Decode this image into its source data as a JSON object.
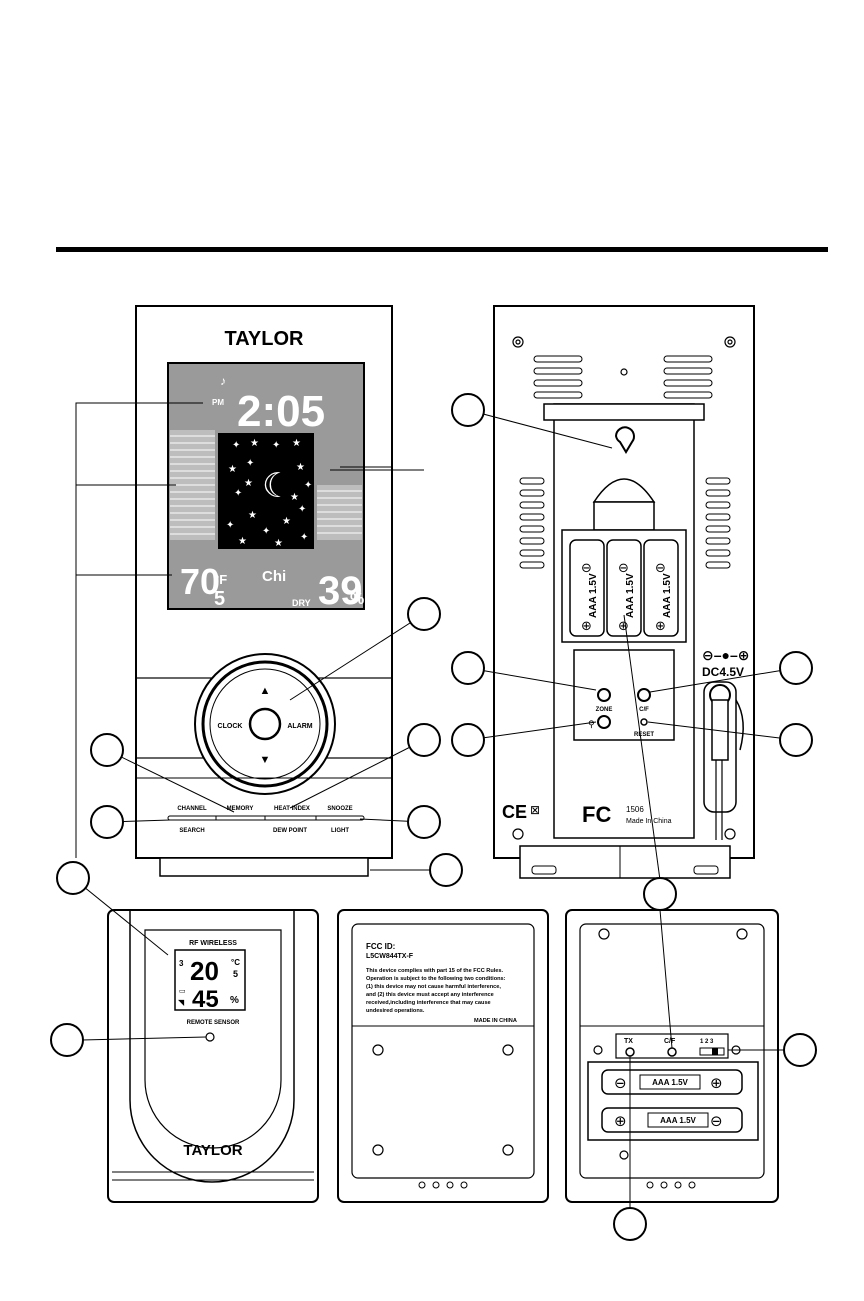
{
  "front_unit": {
    "brand": "TAYLOR",
    "display": {
      "pm": "PM",
      "time": "2:05",
      "temperature_main": "70",
      "temperature_decimal": "5",
      "temperature_unit": "°F",
      "heat_index": "Chi",
      "humidity": "39",
      "humidity_unit": "%",
      "comfort": "DRY"
    },
    "buttons": {
      "clock": "CLOCK",
      "alarm": "ALARM",
      "channel": "CHANNEL",
      "search": "SEARCH",
      "memory": "MEMORY",
      "heat_index": "HEAT INDEX",
      "dew_point": "DEW POINT",
      "snooze": "SNOOZE",
      "light": "LIGHT"
    }
  },
  "back_unit": {
    "battery_label": "AAA 1.5V",
    "power_jack": "DC4.5V",
    "zone": "ZONE",
    "cf": "C/F",
    "reset": "RESET",
    "ce_mark": "CE",
    "fcc_mark": "FC",
    "fcc_number": "1506",
    "made_in": "Made In China"
  },
  "remote_front": {
    "title": "RF WIRELESS",
    "channel": "3",
    "temperature": "20",
    "temperature_unit": "°C",
    "temperature_decimal": "5",
    "humidity": "45",
    "humidity_unit": "%",
    "subtitle": "REMOTE SENSOR",
    "brand": "TAYLOR"
  },
  "remote_back": {
    "fcc_id_label": "FCC ID:",
    "fcc_id": "L5CW844TX-F",
    "fcc_text": [
      "This device complies with part 15 of the FCC Rules.",
      "Operation is subject to the following two conditions:",
      "(1) this device may not cause harmful interference,",
      "and (2) this device must accept any interference",
      "received,including interference that may cause",
      "undesired operations."
    ],
    "made_in": "MADE IN CHINA"
  },
  "remote_open": {
    "tx": "TX",
    "cf": "C/F",
    "channels": "1 2 3",
    "battery_label": "AAA 1.5V"
  }
}
